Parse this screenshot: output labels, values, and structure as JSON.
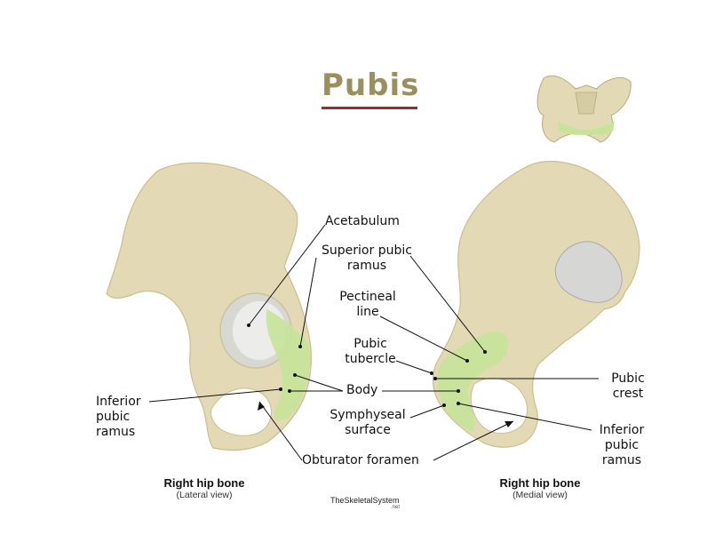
{
  "title": "Pubis",
  "labels": {
    "acetabulum": "Acetabulum",
    "superior_pubic_ramus": [
      "Superior pubic",
      "ramus"
    ],
    "pectineal_line": [
      "Pectineal",
      "line"
    ],
    "pubic_tubercle": [
      "Pubic",
      "tubercle"
    ],
    "body": "Body",
    "symphyseal_surface": [
      "Symphyseal",
      "surface"
    ],
    "obturator_foramen": "Obturator foramen",
    "inferior_pubic_ramus_left": [
      "Inferior",
      "pubic",
      "ramus"
    ],
    "pubic_crest": [
      "Pubic",
      "crest"
    ],
    "inferior_pubic_ramus_right": [
      "Inferior",
      "pubic",
      "ramus"
    ]
  },
  "captions": {
    "left": {
      "title": "Right hip bone",
      "subtitle": "(Lateral view)"
    },
    "right": {
      "title": "Right hip bone",
      "subtitle": "(Medial view)"
    }
  },
  "brand": {
    "name": "TheSkeletalSystem",
    "suffix": ".net"
  },
  "colors": {
    "bone": "#e3dab5",
    "bone_shadow": "#cbbf92",
    "pubis_highlight": "#c7e39a",
    "title": "#9a8f5e",
    "title_rule": "#7a3b3b",
    "cartilage": "#d9d9d9"
  }
}
